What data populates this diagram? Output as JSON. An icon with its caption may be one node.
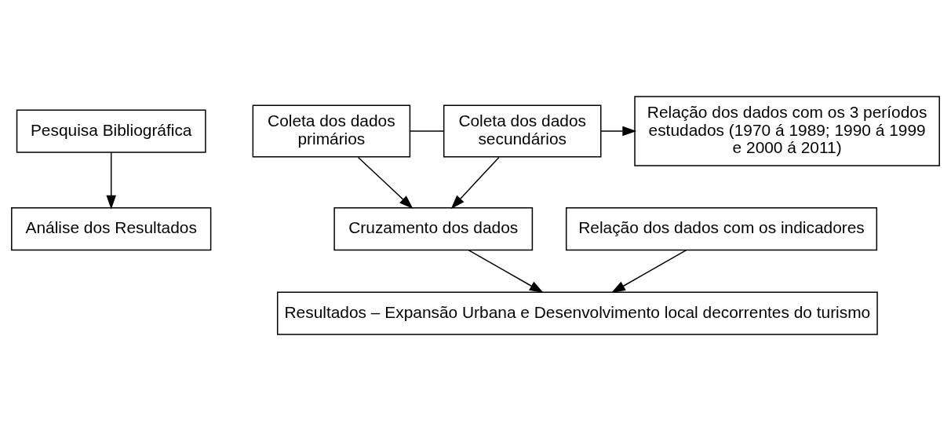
{
  "diagram": {
    "nodes": [
      {
        "text": [
          "Pesquisa Bibliográfica"
        ]
      },
      {
        "text": [
          "Coleta dos dados primários"
        ]
      },
      {
        "text": [
          "Coleta dos dados secundários"
        ]
      },
      {
        "text": [
          "Relação dos dados com os 3 períodos estudados (1970 á 1989; 1990 á 1999 e 2000 á 2011)"
        ]
      },
      {
        "text": [
          "Cruzamento dos dados"
        ]
      },
      {
        "text": [
          "Relação dos dados com os indicadores"
        ]
      },
      {
        "text": [
          "Resultados – Expansão Urbana e Desenvolvimento local decorrentes do turismo"
        ]
      },
      {
        "text": [
          "Análise dos Resultados"
        ]
      }
    ],
    "edges": [
      {
        "from": 0,
        "to": 7,
        "arrow": "to"
      },
      {
        "from": 1,
        "to": 2,
        "arrow": "none"
      },
      {
        "from": 2,
        "to": 3,
        "arrow": "to"
      },
      {
        "from": 1,
        "to": 4,
        "arrow": "to"
      },
      {
        "from": 2,
        "to": 4,
        "arrow": "to"
      },
      {
        "from": 4,
        "to": 6,
        "arrow": "to"
      },
      {
        "from": 5,
        "to": 6,
        "arrow": "to"
      }
    ]
  }
}
